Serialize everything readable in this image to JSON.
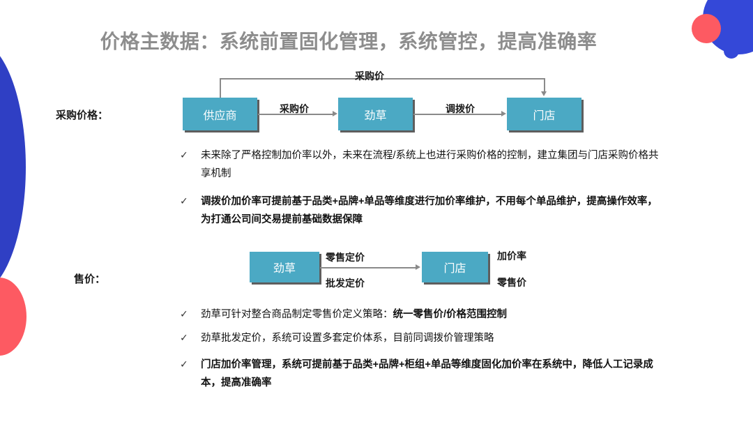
{
  "slide": {
    "title": "价格主数据：系统前置固化管理，系统管控，提高准确率",
    "colors": {
      "title_gray": "#8d8d8d",
      "box_teal": "#4ba9c4",
      "deco_blue": "#3448d8",
      "deco_red": "#fd5a62",
      "connector_gray": "#8a8a8a",
      "body_text": "#121212"
    }
  },
  "sections": {
    "purchase": {
      "row_label": "采购价格：",
      "diagram": {
        "nodes": [
          {
            "id": "supplier",
            "label": "供应商"
          },
          {
            "id": "jincao",
            "label": "劲草"
          },
          {
            "id": "store",
            "label": "门店"
          }
        ],
        "edges": [
          {
            "from": "supplier",
            "to": "jincao",
            "label": "采购价"
          },
          {
            "from": "jincao",
            "to": "store",
            "label": "调拨价"
          },
          {
            "from": "supplier",
            "to": "store",
            "label": "采购价",
            "style": "arc-top"
          }
        ]
      },
      "bullets": [
        {
          "icon": "check-icon",
          "bold": false,
          "segments": [
            {
              "text": "未来除了严格控制加价率以外，未来在流程/系统上也进行采购价格的控制，建立集团与门店采购价格共享机制",
              "bold": false
            }
          ]
        },
        {
          "icon": "check-icon",
          "bold": true,
          "segments": [
            {
              "text": "调拨价加价率可提前基于品类+品牌+单品等维度进行加价率维护，不用每个单品维护，提高操作效率，为打通公司间交易提前基础数据保障",
              "bold": true
            }
          ]
        }
      ]
    },
    "sale": {
      "row_label": "售价：",
      "diagram": {
        "nodes": [
          {
            "id": "jincao",
            "label": "劲草"
          },
          {
            "id": "store",
            "label": "门店"
          }
        ],
        "edges": [
          {
            "from": "jincao",
            "to": "store",
            "label_above": "零售定价",
            "label_below": "批发定价"
          }
        ],
        "side_labels": [
          {
            "text": "加价率"
          },
          {
            "text": "零售价"
          }
        ]
      },
      "bullets": [
        {
          "icon": "check-icon",
          "bold": false,
          "segments": [
            {
              "text": "劲草可针对整合商品制定零售价定义策略：",
              "bold": false
            },
            {
              "text": "统一零售价/价格范围控制",
              "bold": true
            }
          ]
        },
        {
          "icon": "check-icon",
          "bold": false,
          "segments": [
            {
              "text": "劲草批发定价，系统可设置多套定价体系，目前同调拨价管理策略",
              "bold": false
            }
          ]
        },
        {
          "icon": "check-icon",
          "bold": true,
          "segments": [
            {
              "text": "门店加价率管理，系统可提前基于品类+品牌+柜组+单品等维度固化加价率在系统中，降低人工记录成本，提高准确率",
              "bold": true
            }
          ]
        }
      ]
    }
  },
  "icons": {
    "check": "✓"
  }
}
